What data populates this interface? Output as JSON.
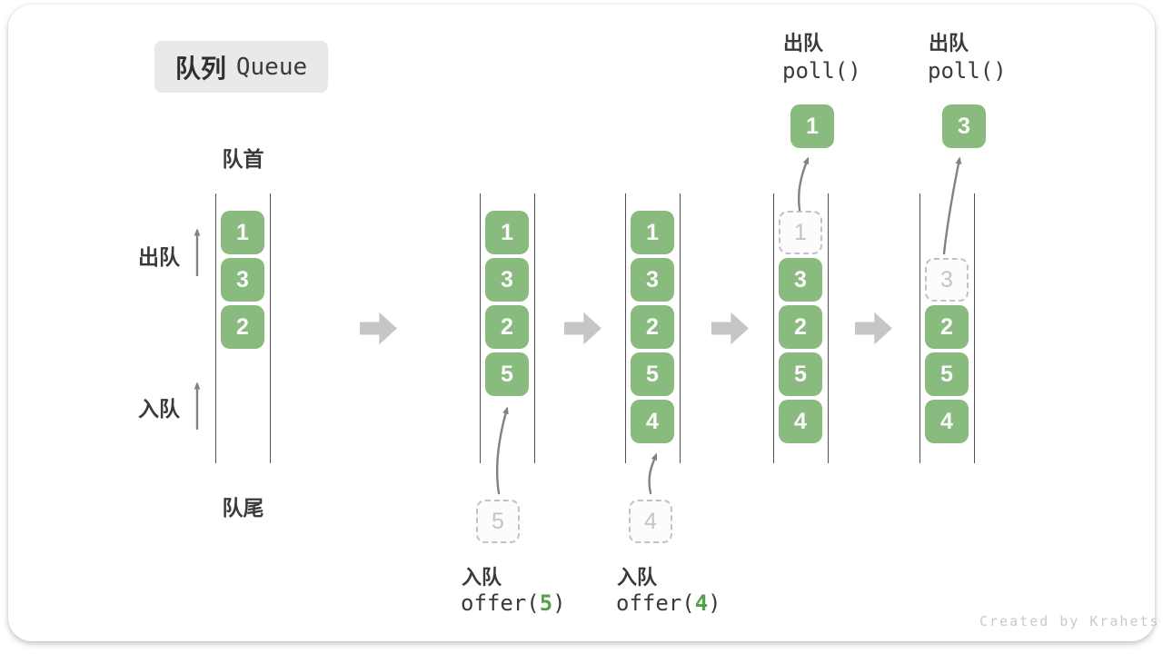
{
  "title": {
    "zh": "队列",
    "en": "Queue"
  },
  "labels": {
    "front": "队首",
    "rear": "队尾",
    "dequeue": "出队",
    "enqueue": "入队"
  },
  "watermark": "Created by Krahets",
  "colors": {
    "box_green": "#8abb7e",
    "accent_green": "#55a04d",
    "block_arrow_gray": "#c6c6c6",
    "thin_arrow_gray": "#828282",
    "queue_line": "#515151",
    "text_dark": "#3a3a3a",
    "muted_gray": "#c4c4c4",
    "badge_bg": "#e9e9e9"
  },
  "states": {
    "s1": {
      "slots": [
        "1",
        "3",
        "2"
      ]
    },
    "s2": {
      "slots": [
        "1",
        "3",
        "2",
        "5"
      ],
      "pending": "5",
      "op": {
        "label": "入队",
        "fn": "offer(",
        "arg": "5",
        "close": ")"
      }
    },
    "s3": {
      "slots": [
        "1",
        "3",
        "2",
        "5",
        "4"
      ],
      "pending": "4",
      "op": {
        "label": "入队",
        "fn": "offer(",
        "arg": "4",
        "close": ")"
      }
    },
    "s4": {
      "removed": "1",
      "slots": [
        "3",
        "2",
        "5",
        "4"
      ],
      "result": "1",
      "op": {
        "label": "出队",
        "fn": "poll()"
      }
    },
    "s5": {
      "removed": "3",
      "slots": [
        "2",
        "5",
        "4"
      ],
      "result": "3",
      "op": {
        "label": "出队",
        "fn": "poll()"
      }
    }
  }
}
